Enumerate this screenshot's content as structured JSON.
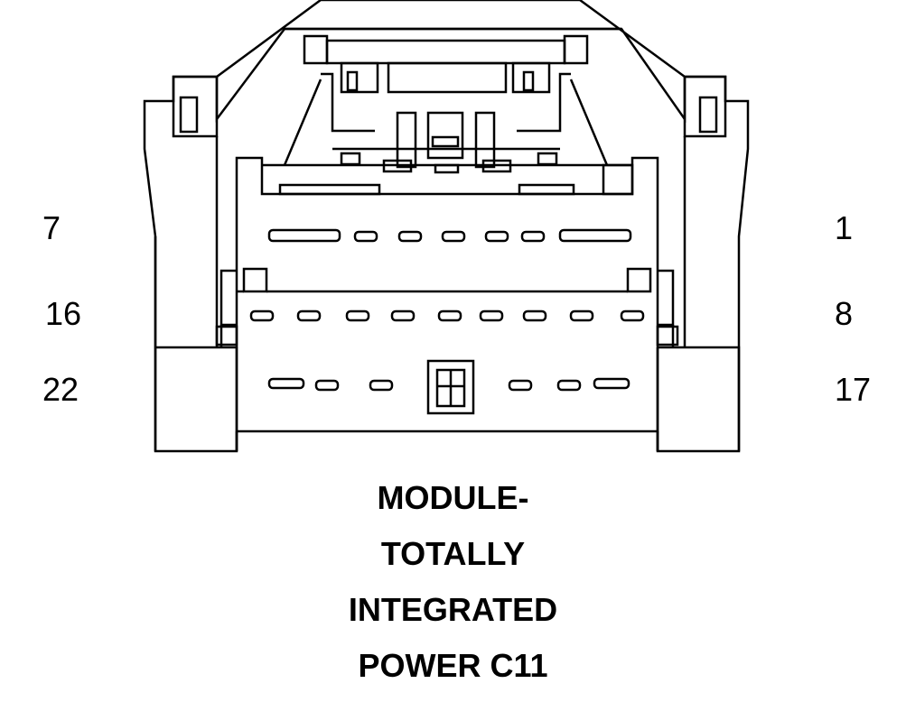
{
  "pin_labels": {
    "row1_left": "7",
    "row1_right": "1",
    "row2_left": "16",
    "row2_right": "8",
    "row3_left": "22",
    "row3_right": "17"
  },
  "caption": {
    "line1": "MODULE-",
    "line2": "TOTALLY",
    "line3": "INTEGRATED",
    "line4": "POWER C11"
  },
  "colors": {
    "stroke": "#000000",
    "background": "#ffffff"
  }
}
